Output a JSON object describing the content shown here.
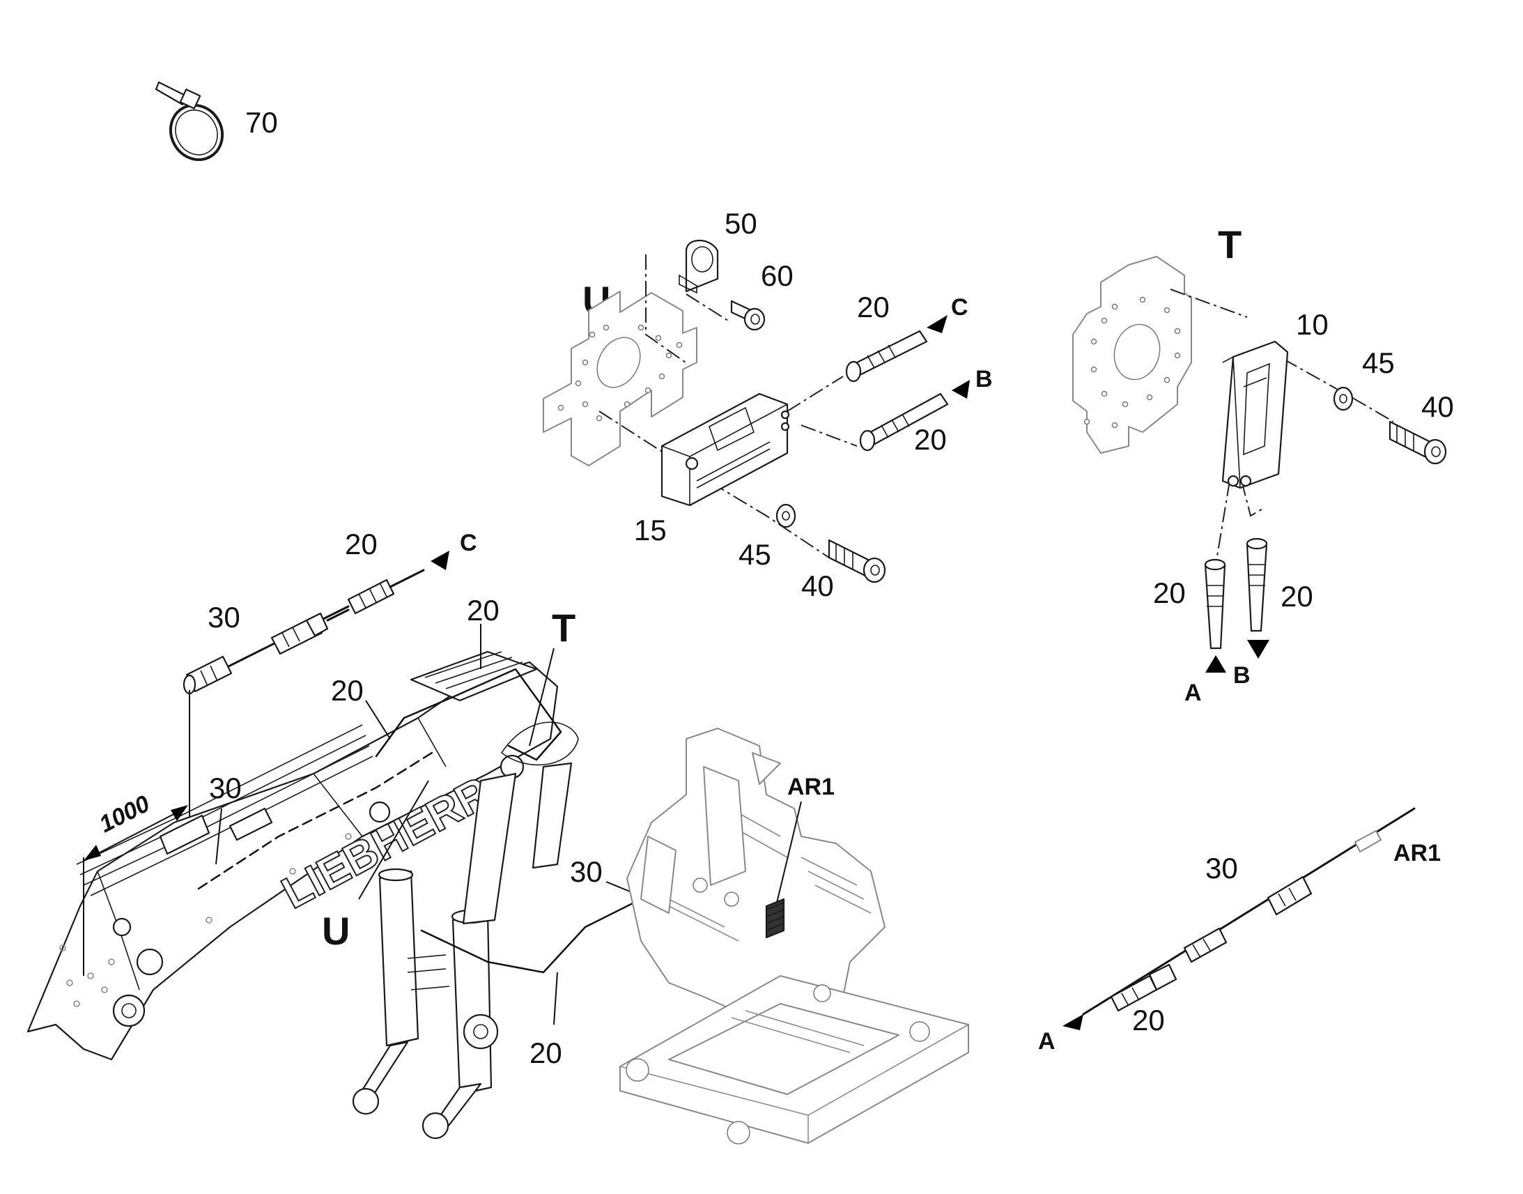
{
  "callouts": {
    "p70": "70",
    "p50": "50",
    "p60": "60",
    "p20": "20",
    "p15": "15",
    "p45": "45",
    "p40": "40",
    "p10": "10",
    "p30": "30"
  },
  "views": {
    "u": "U",
    "t": "T"
  },
  "connections": {
    "a": "A",
    "b": "B",
    "c": "C",
    "ar1": "AR1"
  },
  "dimension": "1000",
  "brand": "LIEBHERR"
}
